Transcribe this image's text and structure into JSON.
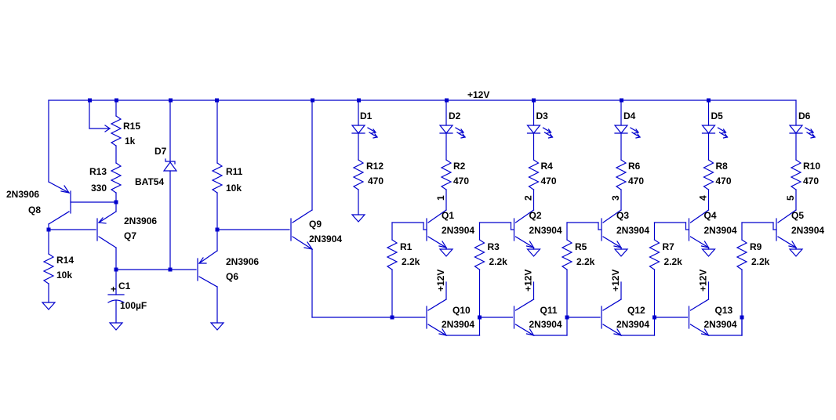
{
  "schematic": {
    "supply_rail_label": "+12V",
    "sub_supply_label": "+12V",
    "components": {
      "R15": {
        "ref": "R15",
        "value": "1k"
      },
      "R13": {
        "ref": "R13",
        "value": "330"
      },
      "Q8": {
        "ref": "Q8",
        "value": "2N3906"
      },
      "Q7": {
        "ref": "Q7",
        "value": "2N3906"
      },
      "R14": {
        "ref": "R14",
        "value": "10k"
      },
      "C1": {
        "ref": "C1",
        "value": "100µF"
      },
      "D7": {
        "ref": "D7",
        "value": "BAT54"
      },
      "R11": {
        "ref": "R11",
        "value": "10k"
      },
      "Q6": {
        "ref": "Q6",
        "value": "2N3906"
      },
      "Q9": {
        "ref": "Q9",
        "value": "2N3904"
      },
      "D1": {
        "ref": "D1"
      },
      "R12": {
        "ref": "R12",
        "value": "470"
      },
      "stages": [
        {
          "led": "D2",
          "r_led": "R2",
          "r_led_val": "470",
          "net": "1",
          "q": "Q1",
          "q_val": "2N3904",
          "rb": "R1",
          "rb_val": "2.2k",
          "qs": "Q10",
          "qs_val": "2N3904"
        },
        {
          "led": "D3",
          "r_led": "R4",
          "r_led_val": "470",
          "net": "2",
          "q": "Q2",
          "q_val": "2N3904",
          "rb": "R3",
          "rb_val": "2.2k",
          "qs": "Q11",
          "qs_val": "2N3904"
        },
        {
          "led": "D4",
          "r_led": "R6",
          "r_led_val": "470",
          "net": "3",
          "q": "Q3",
          "q_val": "2N3904",
          "rb": "R5",
          "rb_val": "2.2k",
          "qs": "Q12",
          "qs_val": "2N3904"
        },
        {
          "led": "D5",
          "r_led": "R8",
          "r_led_val": "470",
          "net": "4",
          "q": "Q4",
          "q_val": "2N3904",
          "rb": "R7",
          "rb_val": "2.2k",
          "qs": "Q13",
          "qs_val": "2N3904"
        },
        {
          "led": "D6",
          "r_led": "R10",
          "r_led_val": "470",
          "net": "5",
          "q": "Q5",
          "q_val": "2N3904",
          "rb": "R9",
          "rb_val": "2.2k"
        }
      ]
    }
  }
}
